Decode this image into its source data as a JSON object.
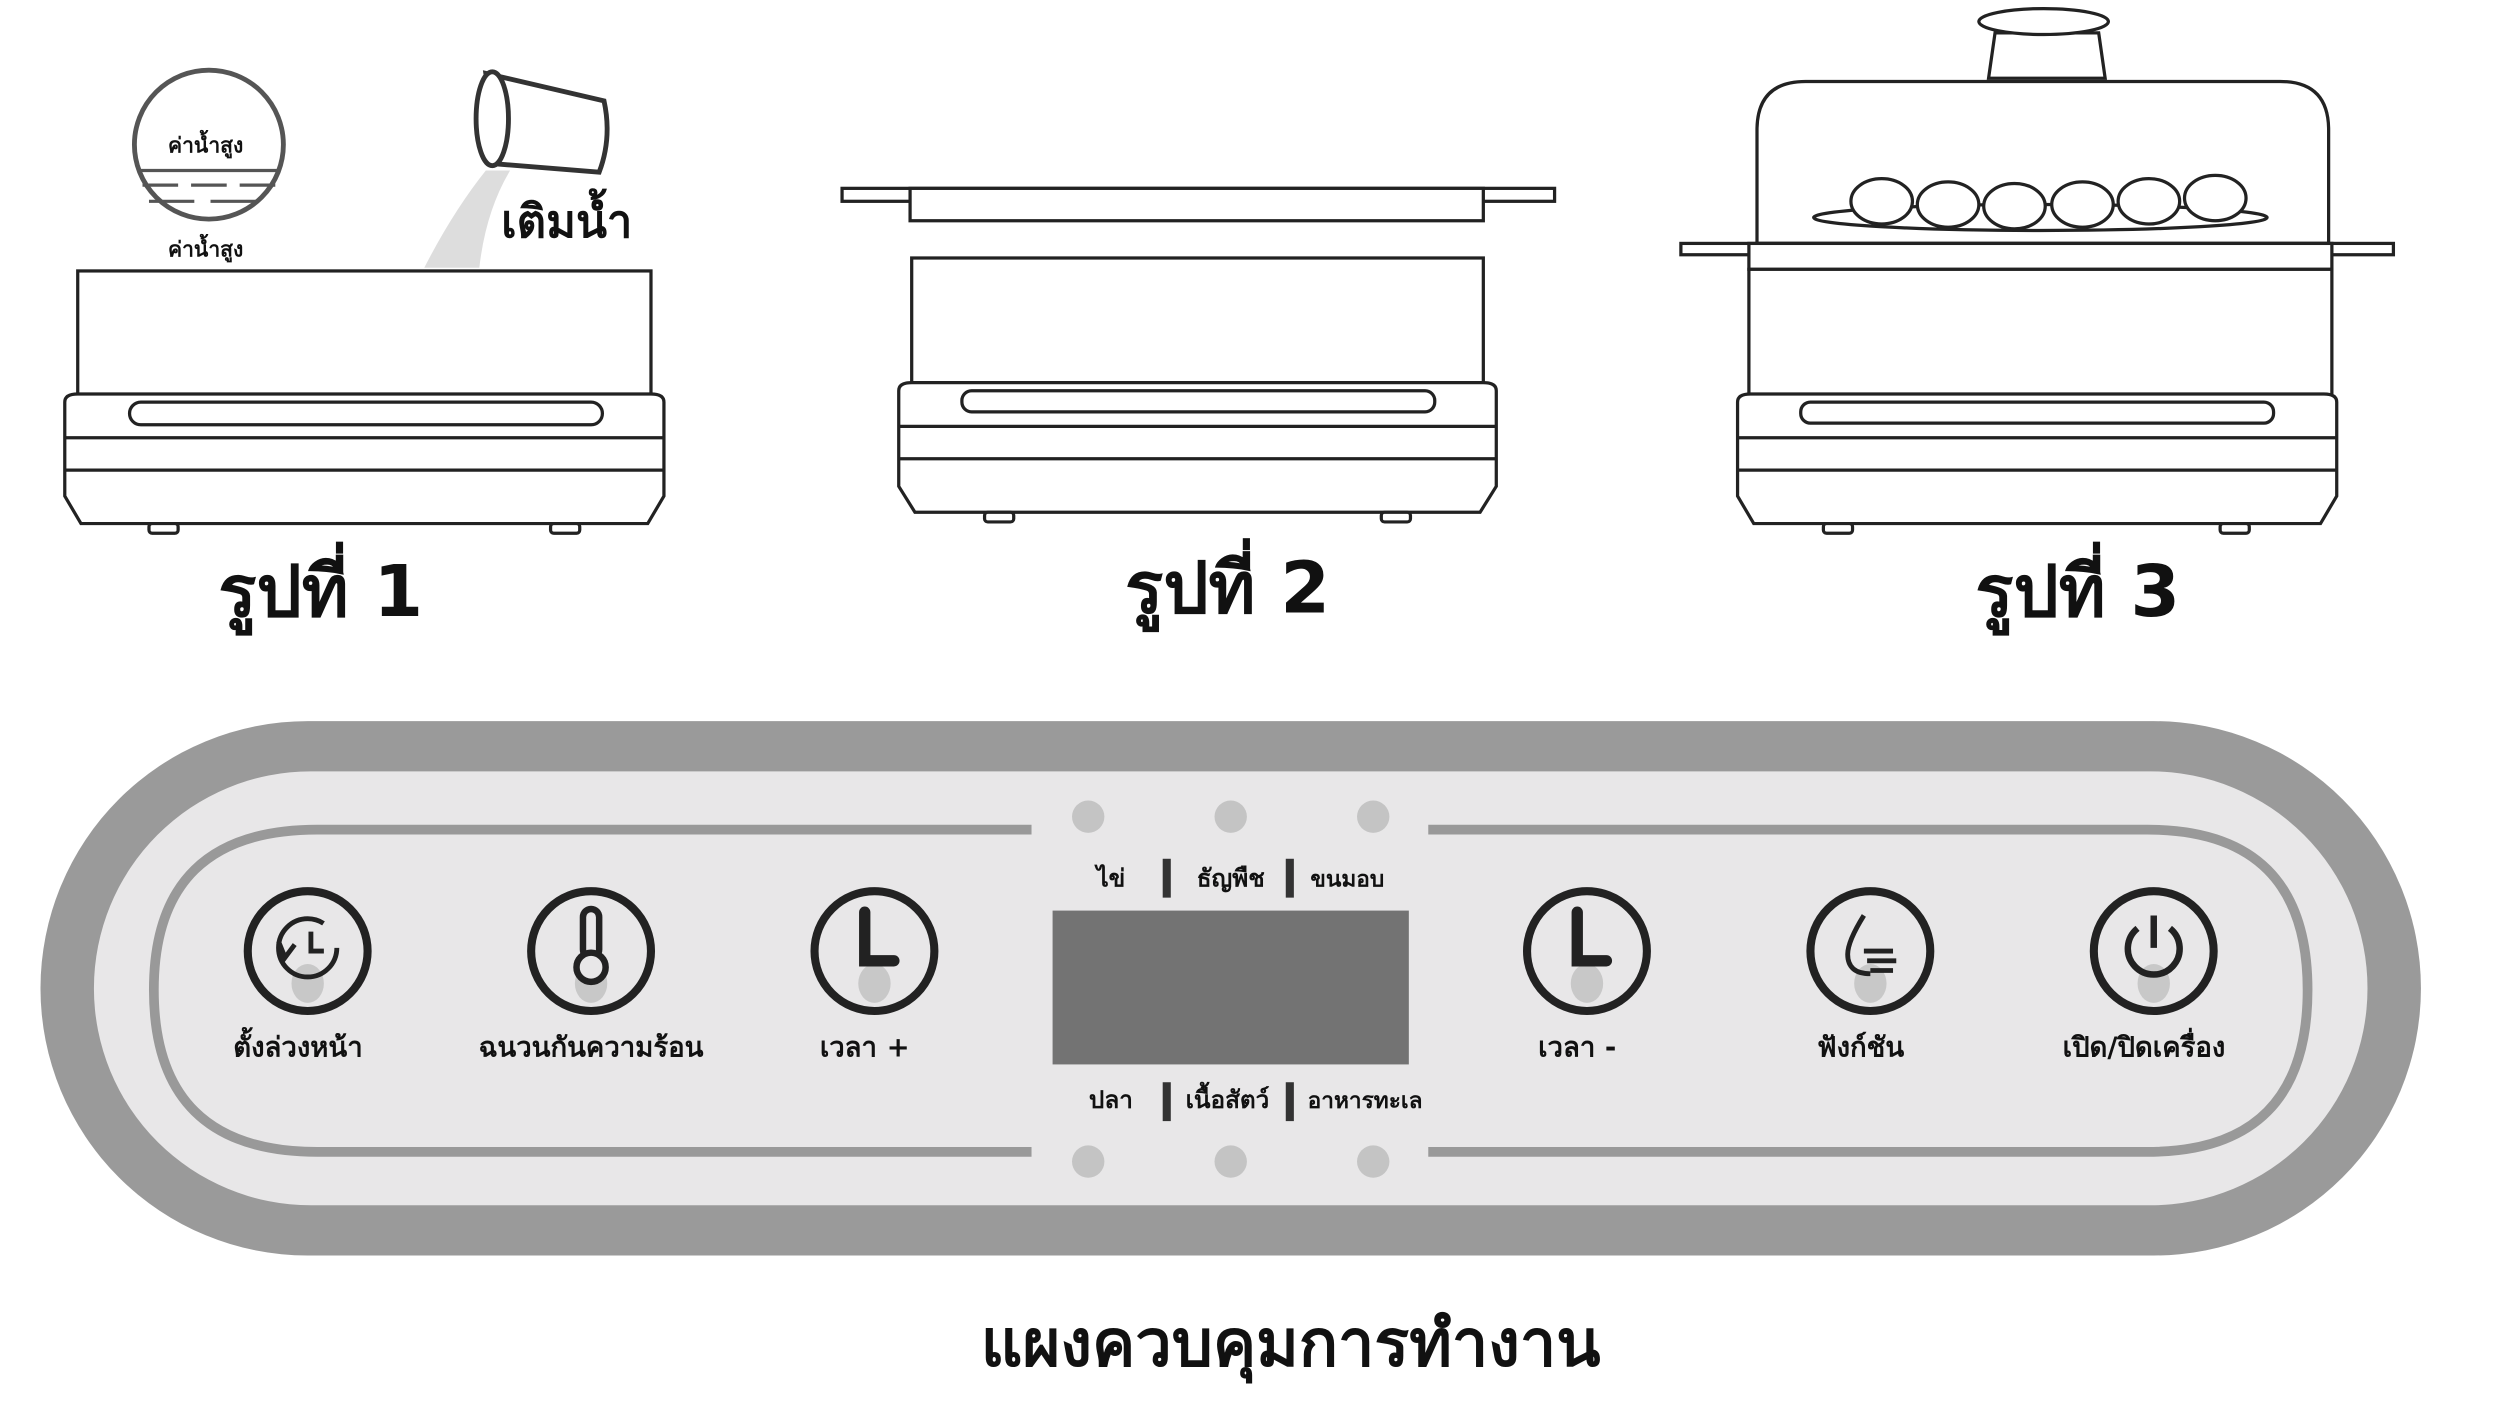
{
  "figures": [
    {
      "caption": "รูปที่  1",
      "water_level_label_inner": "ค่าน้ำสูง",
      "water_level_label_outer": "ค่าน้ำสูง",
      "fill_water_label": "เติมน้ำ"
    },
    {
      "caption": "รูปที่  2"
    },
    {
      "caption": "รูปที่  3"
    }
  ],
  "panel": {
    "title": "แผงควบคุมการทำงาน",
    "buttons": [
      {
        "label": "ตั้งล่วงหน้า",
        "icon": "delay-timer-icon"
      },
      {
        "label": "ฉนวนกันความร้อน",
        "icon": "thermometer-icon"
      },
      {
        "label": "เวลา +",
        "icon": "clock-icon"
      },
      {
        "label": "เวลา -",
        "icon": "clock-icon"
      },
      {
        "label": "ฟังก์ชัน",
        "icon": "steam-drop-icon"
      },
      {
        "label": "เปิด/ปิดเครื่อง",
        "icon": "power-icon"
      }
    ],
    "modes_top": [
      "ไข่",
      "ธัญพืช",
      "ขนมอบ"
    ],
    "modes_bottom": [
      "ปลา",
      "เนื้อสัตว์",
      "อาหารทะเล"
    ],
    "colors": {
      "outer": "#9a9a9a",
      "inner": "#e8e7e8",
      "display": "#737373",
      "led": "#c4c4c4"
    }
  }
}
